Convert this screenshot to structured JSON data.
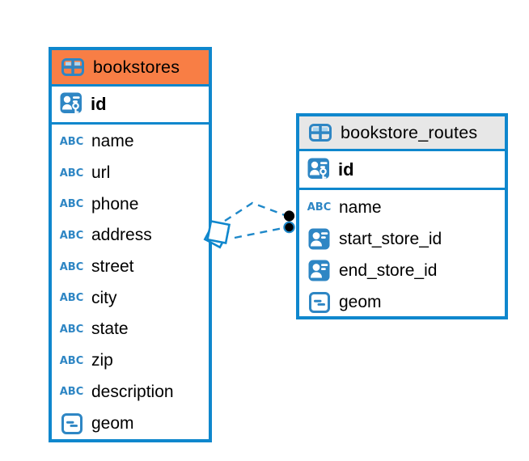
{
  "diagram": {
    "background_color": "#ffffff",
    "accent_blue": "#0f87cd",
    "icon_blue": "#2e86c4",
    "icon_light_blue": "#a9d6f3",
    "text_color": "#000000"
  },
  "tables": [
    {
      "name": "bookstores",
      "header_color": "#f87e45",
      "header_icon": "table-icon",
      "columns": [
        {
          "name": "id",
          "icon": "primary-key-icon"
        },
        {
          "name": "name",
          "icon": "text-type-icon"
        },
        {
          "name": "url",
          "icon": "text-type-icon"
        },
        {
          "name": "phone",
          "icon": "text-type-icon"
        },
        {
          "name": "address",
          "icon": "text-type-icon"
        },
        {
          "name": "street",
          "icon": "text-type-icon"
        },
        {
          "name": "city",
          "icon": "text-type-icon"
        },
        {
          "name": "state",
          "icon": "text-type-icon"
        },
        {
          "name": "zip",
          "icon": "text-type-icon"
        },
        {
          "name": "description",
          "icon": "text-type-icon"
        },
        {
          "name": "geom",
          "icon": "geometry-type-icon"
        }
      ]
    },
    {
      "name": "bookstore_routes",
      "header_color": "#e7e7e7",
      "header_icon": "table-icon",
      "columns": [
        {
          "name": "id",
          "icon": "primary-key-icon"
        },
        {
          "name": "name",
          "icon": "text-type-icon"
        },
        {
          "name": "start_store_id",
          "icon": "foreign-key-icon"
        },
        {
          "name": "end_store_id",
          "icon": "foreign-key-icon"
        },
        {
          "name": "geom",
          "icon": "geometry-type-icon"
        }
      ]
    }
  ],
  "relationship": {
    "line_style": "dashed",
    "line_color": "#1e88c9",
    "source_marker": "stacked-squares-marker",
    "target_marker": "black-dots-marker",
    "dot_color": "#000000"
  }
}
